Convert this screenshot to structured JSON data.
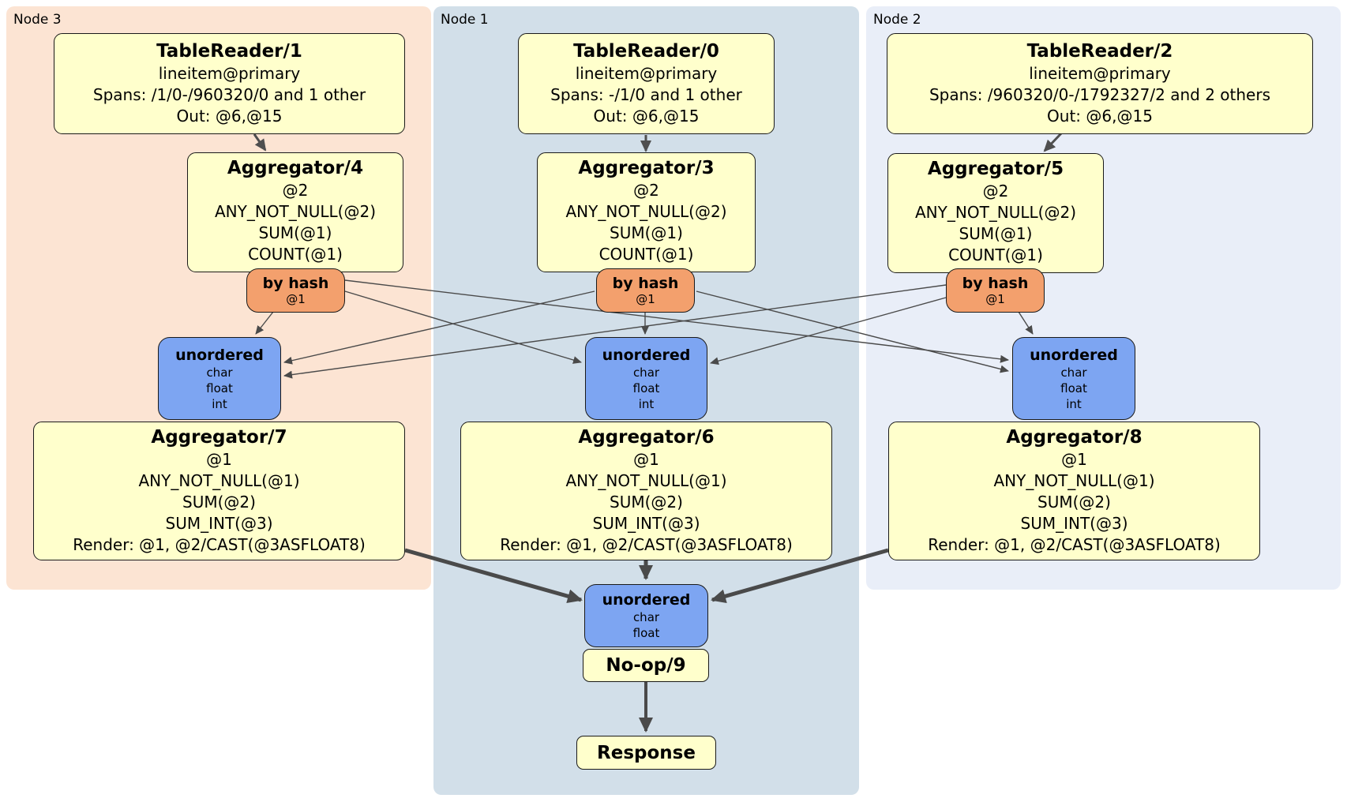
{
  "colors": {
    "node3_region": "#fce4d3",
    "node1_region": "#d2dfe9",
    "node2_region": "#e9eef8",
    "processor_fill": "#ffffcc",
    "hash_router_fill": "#f3a06d",
    "sync_fill": "#7da5f2",
    "edge": "#4a4a4a"
  },
  "nodes": {
    "node3": {
      "label": "Node 3",
      "table_reader": {
        "title": "TableReader/1",
        "index": "lineitem@primary",
        "spans": "Spans: /1/0-/960320/0 and 1 other",
        "out": "Out: @6,@15"
      },
      "aggregator_top": {
        "title": "Aggregator/4",
        "lines": [
          "@2",
          "ANY_NOT_NULL(@2)",
          "SUM(@1)",
          "COUNT(@1)"
        ]
      },
      "router": {
        "title": "by hash",
        "detail": "@1"
      },
      "sync": {
        "title": "unordered",
        "types": [
          "char",
          "float",
          "int"
        ]
      },
      "aggregator_bottom": {
        "title": "Aggregator/7",
        "lines": [
          "@1",
          "ANY_NOT_NULL(@1)",
          "SUM(@2)",
          "SUM_INT(@3)",
          "Render: @1, @2/CAST(@3ASFLOAT8)"
        ]
      }
    },
    "node1": {
      "label": "Node 1",
      "table_reader": {
        "title": "TableReader/0",
        "index": "lineitem@primary",
        "spans": "Spans: -/1/0 and 1 other",
        "out": "Out: @6,@15"
      },
      "aggregator_top": {
        "title": "Aggregator/3",
        "lines": [
          "@2",
          "ANY_NOT_NULL(@2)",
          "SUM(@1)",
          "COUNT(@1)"
        ]
      },
      "router": {
        "title": "by hash",
        "detail": "@1"
      },
      "sync": {
        "title": "unordered",
        "types": [
          "char",
          "float",
          "int"
        ]
      },
      "aggregator_bottom": {
        "title": "Aggregator/6",
        "lines": [
          "@1",
          "ANY_NOT_NULL(@1)",
          "SUM(@2)",
          "SUM_INT(@3)",
          "Render: @1, @2/CAST(@3ASFLOAT8)"
        ]
      }
    },
    "node2": {
      "label": "Node 2",
      "table_reader": {
        "title": "TableReader/2",
        "index": "lineitem@primary",
        "spans": "Spans: /960320/0-/1792327/2 and 2 others",
        "out": "Out: @6,@15"
      },
      "aggregator_top": {
        "title": "Aggregator/5",
        "lines": [
          "@2",
          "ANY_NOT_NULL(@2)",
          "SUM(@1)",
          "COUNT(@1)"
        ]
      },
      "router": {
        "title": "by hash",
        "detail": "@1"
      },
      "sync": {
        "title": "unordered",
        "types": [
          "char",
          "float",
          "int"
        ]
      },
      "aggregator_bottom": {
        "title": "Aggregator/8",
        "lines": [
          "@1",
          "ANY_NOT_NULL(@1)",
          "SUM(@2)",
          "SUM_INT(@3)",
          "Render: @1, @2/CAST(@3ASFLOAT8)"
        ]
      }
    }
  },
  "final_stage": {
    "sync": {
      "title": "unordered",
      "types": [
        "char",
        "float"
      ]
    },
    "noop": {
      "title": "No-op/9"
    },
    "response": {
      "title": "Response"
    }
  }
}
